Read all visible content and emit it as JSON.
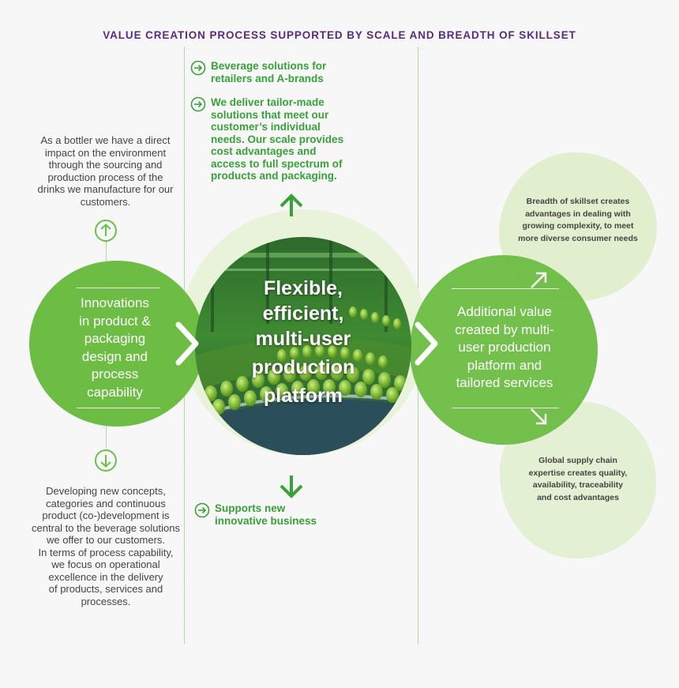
{
  "title": "VALUE CREATION PROCESS SUPPORTED BY SCALE AND BREADTH OF SKILLSET",
  "colors": {
    "title_purple": "#5a2a82",
    "green_dark": "#6cc04a",
    "green_text": "#37a23a",
    "green_pale": "#e3efd0"
  },
  "left": {
    "top_text": [
      "As a bottler we have a direct",
      "impact on the environment",
      "through the sourcing and",
      "production process of the",
      "drinks we manufacture for our",
      "customers."
    ],
    "circle_lines": [
      "Innovations",
      "in product &",
      "packaging",
      "design and",
      "process",
      "capability"
    ],
    "bottom_text": [
      "Developing new concepts,",
      "categories and continuous",
      "product (co-)development is",
      "central to the beverage solutions",
      "we offer to our customers.",
      "In terms of process capability,",
      "we focus on operational",
      "excellence in the delivery",
      "of products, services and",
      "processes."
    ]
  },
  "middle": {
    "bullet1": [
      "Beverage solutions for",
      "retailers and A-brands"
    ],
    "bullet2": [
      "We deliver tailor-made",
      "solutions that meet our",
      "customer’s individual",
      "needs. Our scale provides",
      "cost advantages and",
      "access to full spectrum of",
      "products and packaging."
    ],
    "center_lines": [
      "Flexible,",
      "efficient,",
      "multi-user",
      "production",
      "platform"
    ],
    "bullet3": [
      "Supports new",
      "innovative business"
    ]
  },
  "right": {
    "top_blob": [
      "Breadth of skillset creates",
      "advantages in dealing with",
      "growing complexity, to meet",
      "more diverse consumer needs"
    ],
    "circle_lines": [
      "Additional value",
      "created by multi-",
      "user production",
      "platform and",
      "tailored services"
    ],
    "bottom_blob": [
      "Global supply chain",
      "expertise creates quality,",
      "availability, traceability",
      "and cost advantages"
    ]
  }
}
